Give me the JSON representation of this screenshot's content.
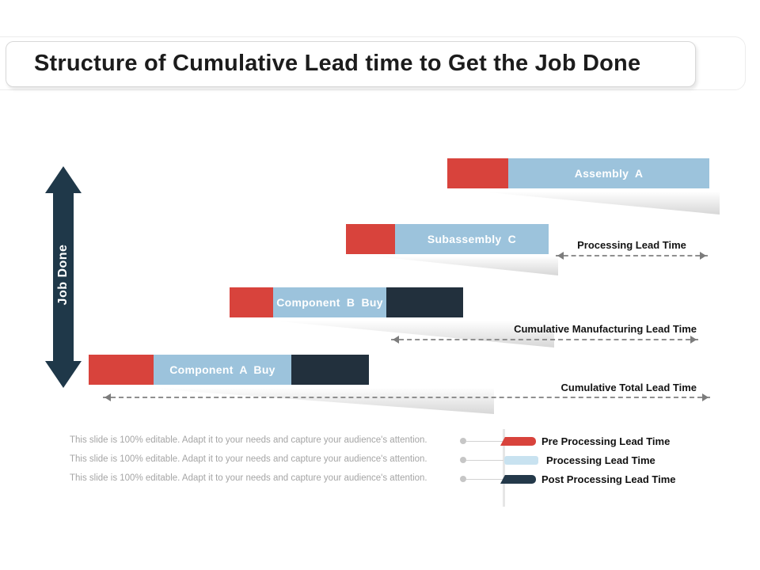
{
  "title": "Structure of Cumulative Lead time to Get the Job Done",
  "axis": {
    "label": "Job Done"
  },
  "bars": [
    {
      "label": "Assembly A",
      "segments": [
        "pre_processing",
        "processing"
      ]
    },
    {
      "label": "Subassembly C",
      "segments": [
        "pre_processing",
        "processing"
      ]
    },
    {
      "label": "Component B Buy",
      "segments": [
        "pre_processing",
        "processing",
        "post_processing"
      ]
    },
    {
      "label": "Component A Buy",
      "segments": [
        "pre_processing",
        "processing",
        "post_processing"
      ]
    }
  ],
  "arrows": [
    {
      "label": "Processing Lead Time"
    },
    {
      "label": "Cumulative Manufacturing Lead Time"
    },
    {
      "label": "Cumulative Total Lead Time"
    }
  ],
  "legend": {
    "note": "This slide is 100% editable. Adapt it to your needs and capture your audience's attention.",
    "items": [
      {
        "label": "Pre Processing Lead Time",
        "color": "#d8433c"
      },
      {
        "label": "Processing Lead Time",
        "color": "#c8e2f0"
      },
      {
        "label": "Post Processing Lead Time",
        "color": "#24394a"
      }
    ]
  },
  "colors": {
    "pre_processing": "#d8433c",
    "processing_bar": "#9cc3dc",
    "post_processing_bar": "#22303d",
    "axis_arrow": "#1f3849",
    "dashed_arrow": "#8f8f8f"
  }
}
